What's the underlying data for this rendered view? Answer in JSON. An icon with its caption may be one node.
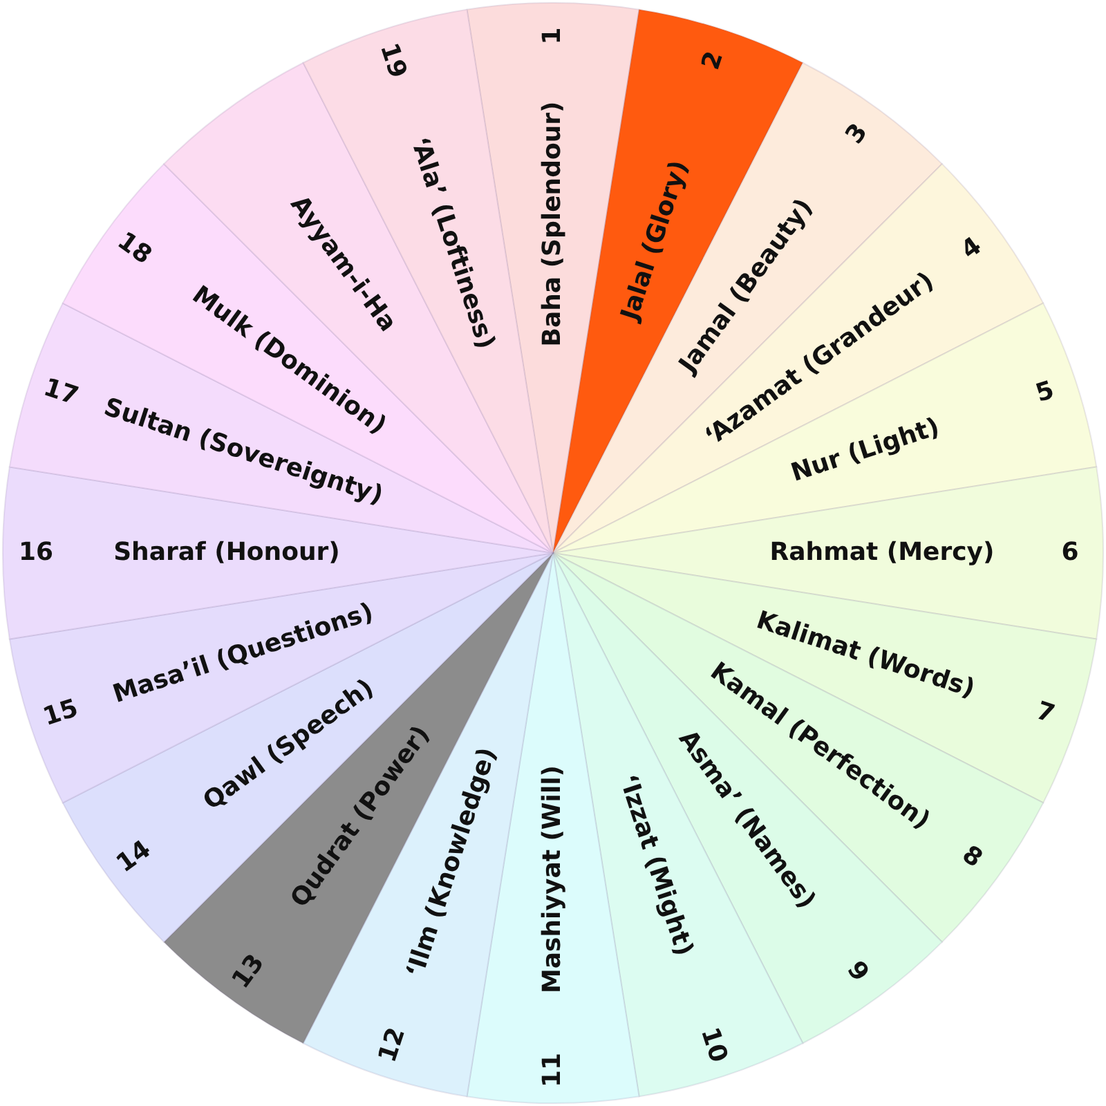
{
  "diagram": {
    "nodes": [
      {
        "text": [
          "Baha (Splendour)",
          "1"
        ]
      },
      {
        "text": [
          "Jalal (Glory)",
          "2"
        ]
      },
      {
        "text": [
          "Jamal (Beauty)",
          "3"
        ]
      },
      {
        "text": [
          "‘Azamat (Grandeur)",
          "4"
        ]
      },
      {
        "text": [
          "Nur (Light)",
          "5"
        ]
      },
      {
        "text": [
          "Rahmat (Mercy)",
          "6"
        ]
      },
      {
        "text": [
          "Kalimat (Words)",
          "7"
        ]
      },
      {
        "text": [
          "Kamal (Perfection)",
          "8"
        ]
      },
      {
        "text": [
          "Asma’ (Names)",
          "9"
        ]
      },
      {
        "text": [
          "‘Izzat (Might)",
          "10"
        ]
      },
      {
        "text": [
          "11",
          "Mashiyyat (Will)"
        ]
      },
      {
        "text": [
          "12",
          "‘Ilm (Knowledge)"
        ]
      },
      {
        "text": [
          "13",
          "Qudrat (Power)"
        ]
      },
      {
        "text": [
          "14",
          "Qawl (Speech)"
        ]
      },
      {
        "text": [
          "15",
          "Masa’il (Questions)"
        ]
      },
      {
        "text": [
          "16",
          "Sharaf (Honour)"
        ]
      },
      {
        "text": [
          "17",
          "Sultan (Sovereignty)"
        ]
      },
      {
        "text": [
          "18",
          "Mulk (Dominion)"
        ]
      },
      {
        "text": [
          "Ayyam-i-Ha"
        ]
      },
      {
        "text": [
          "19",
          "‘Ala’ (Loftiness)"
        ]
      }
    ]
  }
}
